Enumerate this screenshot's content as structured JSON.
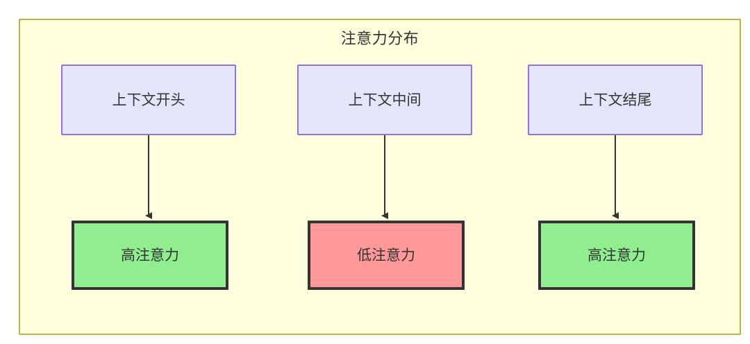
{
  "diagram": {
    "type": "flowchart",
    "direction": "top-down",
    "title": "注意力分布",
    "colors": {
      "canvas_background": "#ffffff",
      "subgraph_background": "#ffffde",
      "subgraph_border": "#b6b64a",
      "context_node_fill": "#e6e6fa",
      "context_node_border": "#9370db",
      "high_attention_fill": "#90ee90",
      "low_attention_fill": "#ff9999",
      "attention_node_border": "#333333",
      "edge_stroke": "#333333",
      "text": "#333333"
    },
    "nodes": [
      {
        "id": "context-start",
        "label": "上下文开头",
        "group": "context",
        "column": 1
      },
      {
        "id": "context-middle",
        "label": "上下文中间",
        "group": "context",
        "column": 2
      },
      {
        "id": "context-end",
        "label": "上下文结尾",
        "group": "context",
        "column": 3
      },
      {
        "id": "attn-start",
        "label": "高注意力",
        "group": "attention",
        "level": "high",
        "column": 1
      },
      {
        "id": "attn-middle",
        "label": "低注意力",
        "group": "attention",
        "level": "low",
        "column": 2
      },
      {
        "id": "attn-end",
        "label": "高注意力",
        "group": "attention",
        "level": "high",
        "column": 3
      }
    ],
    "edges": [
      {
        "from": "context-start",
        "to": "attn-start",
        "label": "",
        "arrow": "filled-triangle"
      },
      {
        "from": "context-middle",
        "to": "attn-middle",
        "label": "",
        "arrow": "filled-triangle"
      },
      {
        "from": "context-end",
        "to": "attn-end",
        "label": "",
        "arrow": "filled-triangle"
      }
    ]
  }
}
